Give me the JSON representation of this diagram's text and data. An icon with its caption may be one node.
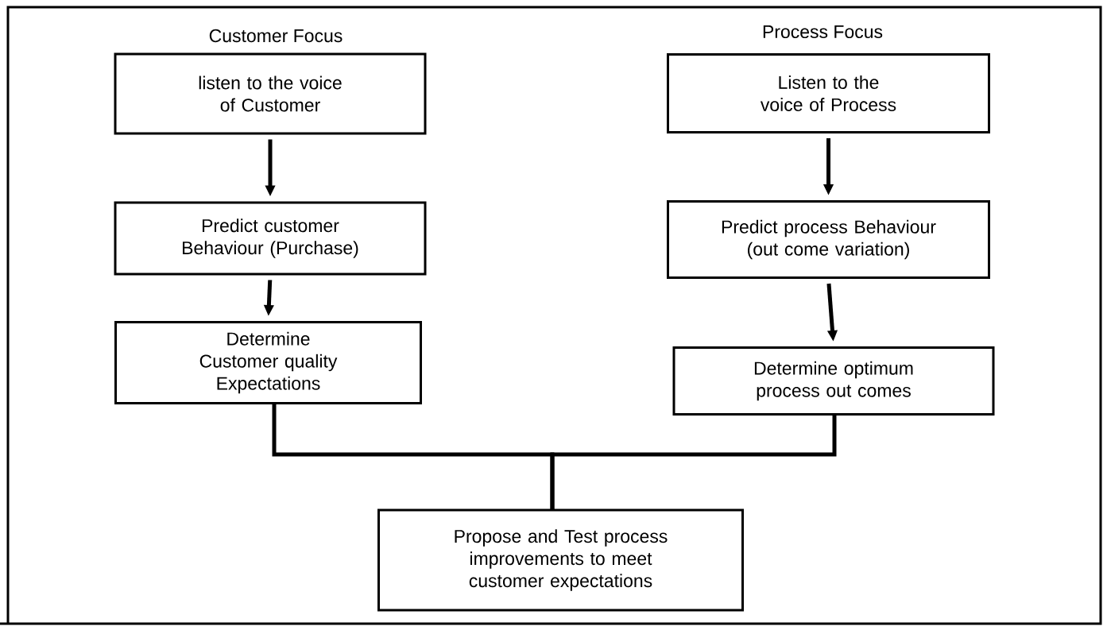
{
  "diagram": {
    "nodes": [
      {
        "text": [
          "listen to the voice of Customer"
        ],
        "beside": [
          "Customer Focus"
        ]
      },
      {
        "text": [
          "Predict customer Behaviour (Purchase)"
        ]
      },
      {
        "text": [
          "Determine Customer quality Expectations"
        ]
      },
      {
        "text": [
          "Listen to the voice of Process"
        ],
        "beside": [
          "Process Focus"
        ]
      },
      {
        "text": [
          "Predict process Behaviour (out come variation)"
        ]
      },
      {
        "text": [
          "Determine optimum process out comes"
        ]
      },
      {
        "text": [
          "Propose and Test process improvements to meet customer expectations"
        ]
      }
    ],
    "edges": [
      {
        "from": 0,
        "to": 1,
        "arrow": "to"
      },
      {
        "from": 1,
        "to": 2,
        "arrow": "to"
      },
      {
        "from": 3,
        "to": 4,
        "arrow": "to"
      },
      {
        "from": 4,
        "to": 5,
        "arrow": "to"
      },
      {
        "from": 2,
        "to": 6,
        "arrow": "none"
      },
      {
        "from": 5,
        "to": 6,
        "arrow": "none"
      }
    ]
  }
}
